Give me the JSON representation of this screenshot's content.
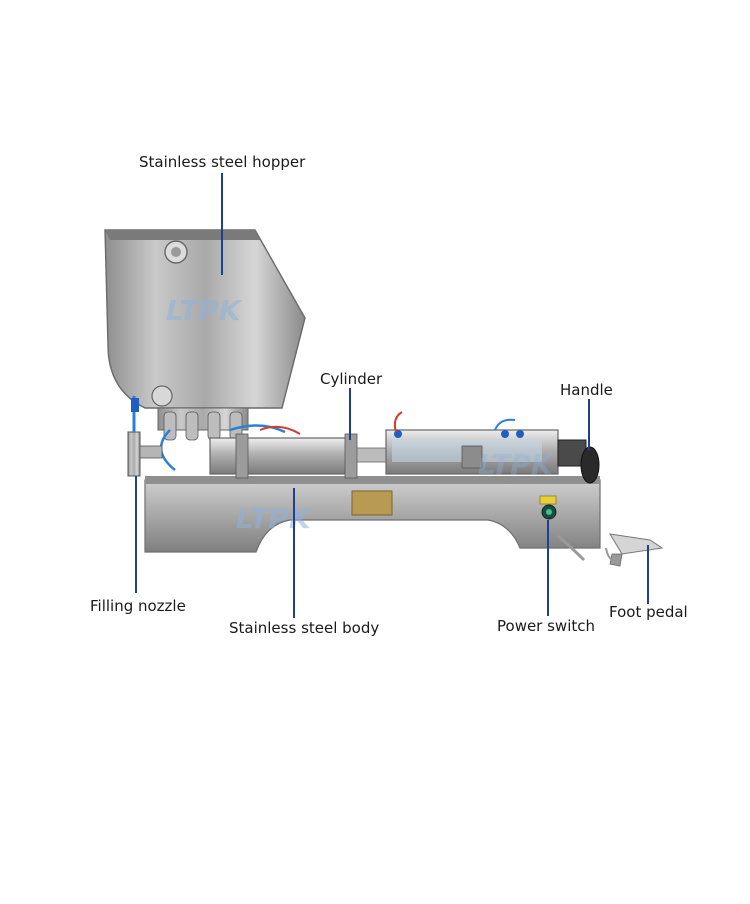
{
  "diagram": {
    "watermark": "LTPK",
    "leader_color": "#1f3f8f",
    "labels": {
      "hopper": "Stainless steel hopper",
      "cylinder": "Cylinder",
      "handle": "Handle",
      "nozzle": "Filling nozzle",
      "body": "Stainless steel body",
      "power": "Power switch",
      "pedal": "Foot pedal"
    }
  }
}
